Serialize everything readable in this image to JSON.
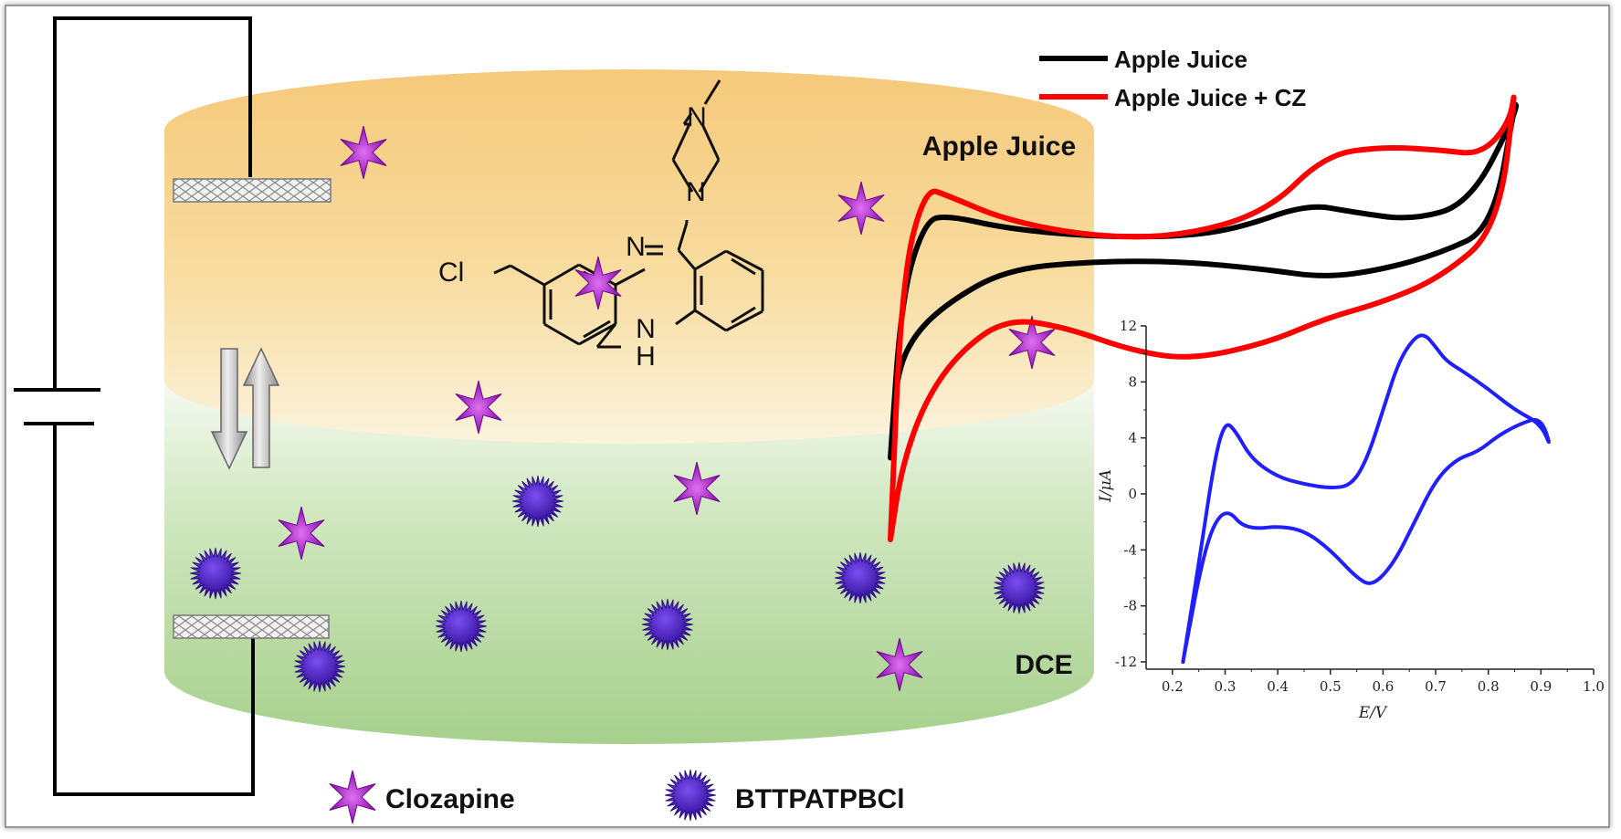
{
  "labels": {
    "upper_phase": "Apple Juice",
    "lower_phase": "DCE",
    "legend_clozapine": "Clozapine",
    "legend_btt": "BTTPATPBCl"
  },
  "structure": {
    "atom_n_top": "N",
    "atom_n_mid": "N",
    "atom_n_ring": "N",
    "atom_cl": "Cl",
    "atom_nh_n": "N",
    "atom_nh_h": "H"
  },
  "icons": {
    "clozapine": "purple-six-point-star-icon",
    "btt": "blue-spiky-ball-icon",
    "transfer": "double-arrow-up-down-icon"
  },
  "colors": {
    "apple_juice_series": "#000000",
    "apple_juice_cz_series": "#ff0000",
    "inset_series": "#1f1fff",
    "upper_phase": "#f7d48a",
    "lower_phase": "#a9d18e",
    "clozapine": "#a020c8",
    "btt": "#3a0fa8"
  },
  "chart_data": [
    {
      "type": "line",
      "title": "",
      "xlabel": "",
      "ylabel": "",
      "legend_position": "top",
      "series": [
        {
          "name": "Apple Juice",
          "x": [
            0.2,
            0.22,
            0.26,
            0.3,
            0.4,
            0.55,
            0.7,
            0.8,
            0.92,
            1.0,
            1.1,
            1.2,
            1.28,
            1.28,
            1.24,
            1.15,
            1.05,
            0.95,
            0.85,
            0.7,
            0.55,
            0.4,
            0.3,
            0.24,
            0.21,
            0.2
          ],
          "y": [
            -0.9,
            0.1,
            0.55,
            0.58,
            0.5,
            0.45,
            0.45,
            0.5,
            0.65,
            0.6,
            0.55,
            0.65,
            1.2,
            1.3,
            0.5,
            0.35,
            0.25,
            0.2,
            0.25,
            0.3,
            0.3,
            0.25,
            0.05,
            -0.15,
            -0.4,
            -0.9
          ]
        },
        {
          "name": "Apple Juice + CZ",
          "x": [
            0.2,
            0.22,
            0.26,
            0.3,
            0.4,
            0.55,
            0.7,
            0.85,
            0.95,
            1.05,
            1.15,
            1.22,
            1.27,
            1.28,
            1.25,
            1.15,
            1.05,
            0.95,
            0.85,
            0.72,
            0.62,
            0.5,
            0.4,
            0.32,
            0.26,
            0.22,
            0.2
          ],
          "y": [
            -1.4,
            0.2,
            0.75,
            0.7,
            0.55,
            0.45,
            0.45,
            0.6,
            0.95,
            1.0,
            0.98,
            0.95,
            1.15,
            1.4,
            0.5,
            0.2,
            0.05,
            -0.05,
            -0.2,
            -0.3,
            -0.25,
            -0.1,
            -0.05,
            -0.25,
            -0.55,
            -0.95,
            -1.4
          ]
        }
      ]
    },
    {
      "type": "line",
      "title": "",
      "xlabel": "E/V",
      "ylabel": "I/μA",
      "xlim": [
        0.15,
        1.0
      ],
      "ylim": [
        -12,
        12
      ],
      "xticks": [
        "0.2",
        "0.3",
        "0.4",
        "0.5",
        "0.6",
        "0.7",
        "0.8",
        "0.9",
        "1.0"
      ],
      "yticks": [
        "12",
        "8",
        "4",
        "0",
        "-4",
        "-8",
        "-12"
      ],
      "series": [
        {
          "name": "",
          "x": [
            0.22,
            0.25,
            0.28,
            0.3,
            0.32,
            0.35,
            0.4,
            0.45,
            0.5,
            0.54,
            0.57,
            0.6,
            0.63,
            0.66,
            0.68,
            0.7,
            0.72,
            0.75,
            0.8,
            0.85,
            0.9,
            0.92,
            0.9,
            0.86,
            0.82,
            0.78,
            0.74,
            0.7,
            0.66,
            0.62,
            0.58,
            0.55,
            0.5,
            0.45,
            0.4,
            0.36,
            0.33,
            0.31,
            0.29,
            0.27,
            0.25,
            0.23,
            0.22
          ],
          "y": [
            -12.0,
            -5.0,
            2.5,
            5.2,
            4.5,
            2.5,
            1.2,
            0.7,
            0.4,
            0.6,
            2.5,
            6.0,
            9.5,
            11.2,
            11.4,
            10.5,
            9.5,
            8.8,
            7.5,
            6.0,
            5.0,
            3.2,
            5.5,
            5.0,
            4.2,
            3.0,
            2.5,
            1.0,
            -2.0,
            -5.0,
            -6.6,
            -6.0,
            -4.0,
            -2.6,
            -2.3,
            -2.5,
            -2.2,
            -1.3,
            -1.5,
            -3.0,
            -6.0,
            -10.0,
            -12.0
          ]
        }
      ]
    }
  ]
}
